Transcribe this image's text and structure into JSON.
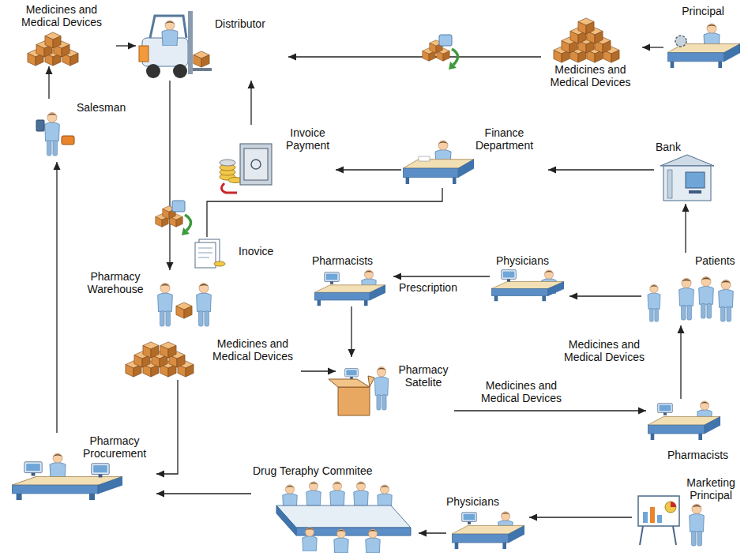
{
  "diagram": {
    "nodes": [
      {
        "text": [
          "Medicines and Medical Devices"
        ]
      },
      {
        "text": [
          "Distributor"
        ]
      },
      {
        "text": [
          "Principal"
        ]
      },
      {
        "text": [
          "Medicines and Medical Devices"
        ]
      },
      {
        "text": [
          "Salesman"
        ]
      },
      {
        "text": [
          "Invoice Payment"
        ]
      },
      {
        "text": [
          "Finance Department"
        ]
      },
      {
        "text": [
          "Bank"
        ]
      },
      {
        "text": [
          "Inovice"
        ]
      },
      {
        "text": [
          "Pharmacists"
        ]
      },
      {
        "text": [
          "Physicians"
        ]
      },
      {
        "text": [
          "Patients"
        ]
      },
      {
        "text": [
          "Pharmacy Warehouse"
        ]
      },
      {
        "text": [
          "Medicines and Medical Devices"
        ]
      },
      {
        "text": [
          "Pharmacy Satelite"
        ]
      },
      {
        "text": [
          "Pharmacists"
        ]
      },
      {
        "text": [
          "Pharmacy Procurement"
        ]
      },
      {
        "text": [
          "Drug Teraphy Commitee"
        ]
      },
      {
        "text": [
          "Physicians"
        ]
      },
      {
        "text": [
          "Marketing Principal"
        ]
      }
    ],
    "edges": [
      {
        "from": 2,
        "to": 3,
        "arrow": "to"
      },
      {
        "from": 3,
        "to": 1,
        "arrow": "to"
      },
      {
        "from": 0,
        "to": 1,
        "arrow": "to"
      },
      {
        "from": 4,
        "to": 0,
        "arrow": "to"
      },
      {
        "from": 16,
        "to": 4,
        "arrow": "to"
      },
      {
        "from": 1,
        "to": 12,
        "arrow": "to"
      },
      {
        "from": 8,
        "to": 6,
        "arrow": "none"
      },
      {
        "from": 7,
        "to": 6,
        "arrow": "to"
      },
      {
        "from": 6,
        "to": 5,
        "arrow": "to"
      },
      {
        "from": 5,
        "to": 1,
        "arrow": "to"
      },
      {
        "from": 11,
        "to": 7,
        "arrow": "to"
      },
      {
        "from": 11,
        "to": 10,
        "arrow": "to"
      },
      {
        "from": 10,
        "to": 9,
        "label": "Prescription",
        "arrow": "to"
      },
      {
        "from": 9,
        "to": 14,
        "arrow": "to"
      },
      {
        "from": 13,
        "to": 14,
        "arrow": "to"
      },
      {
        "from": 13,
        "to": 16,
        "arrow": "to"
      },
      {
        "from": 14,
        "to": 15,
        "label": "Medicines and Medical Devices",
        "arrow": "to"
      },
      {
        "from": 15,
        "to": 11,
        "label": "Medicines and Medical Devices",
        "arrow": "to"
      },
      {
        "from": 19,
        "to": 18,
        "arrow": "to"
      },
      {
        "from": 18,
        "to": 17,
        "arrow": "to"
      },
      {
        "from": 17,
        "to": 16,
        "arrow": "to"
      }
    ]
  }
}
